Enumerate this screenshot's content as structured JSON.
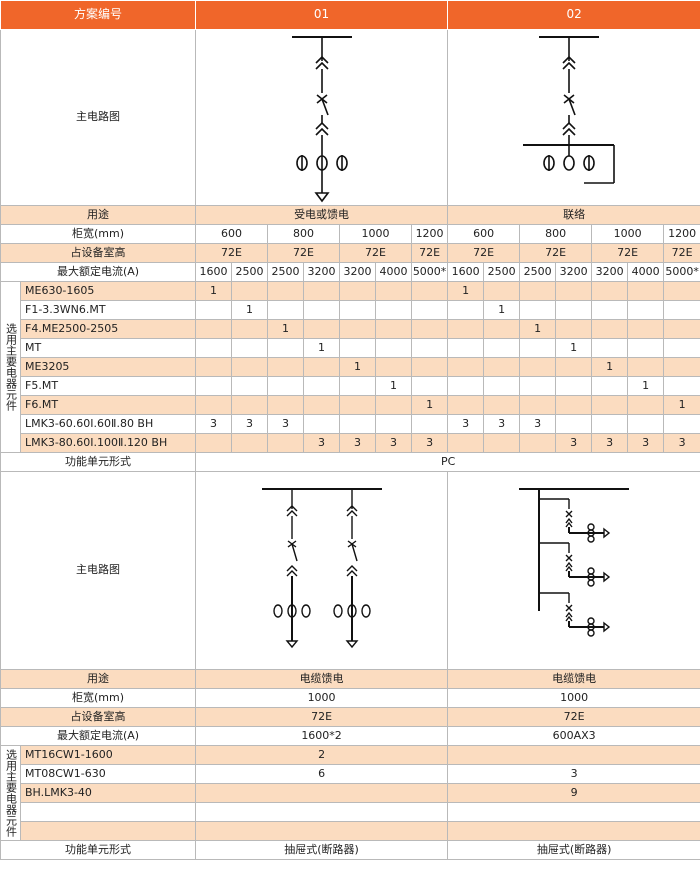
{
  "header": {
    "col1": "方案编号",
    "col2": "01",
    "col3": "02"
  },
  "top": {
    "diagram_label": "主电路图",
    "usage_label": "用途",
    "usage": [
      "受电或馈电",
      "联络"
    ],
    "width_label": "柜宽(mm)",
    "widths": [
      "600",
      "800",
      "1000",
      "1200",
      "600",
      "800",
      "1000",
      "1200"
    ],
    "height_label": "占设备室高",
    "heights": [
      "72E",
      "72E",
      "72E",
      "72E",
      "72E",
      "72E",
      "72E",
      "72E"
    ],
    "current_label": "最大额定电流(A)",
    "currents": [
      "1600",
      "2500",
      "2500",
      "3200",
      "3200",
      "4000",
      "5000*",
      "1600",
      "2500",
      "2500",
      "3200",
      "3200",
      "4000",
      "5000*"
    ],
    "side_label": "选用主要电器元件",
    "components": [
      {
        "name": "ME630-1605",
        "values": [
          "1",
          "",
          "",
          "",
          "",
          "",
          "",
          "1",
          "",
          "",
          "",
          "",
          "",
          ""
        ]
      },
      {
        "name": "F1-3.3WN6.MT",
        "values": [
          "",
          "1",
          "",
          "",
          "",
          "",
          "",
          "",
          "1",
          "",
          "",
          "",
          "",
          ""
        ]
      },
      {
        "name": "F4.ME2500-2505",
        "values": [
          "",
          "",
          "1",
          "",
          "",
          "",
          "",
          "",
          "",
          "1",
          "",
          "",
          "",
          ""
        ]
      },
      {
        "name": "MT",
        "values": [
          "",
          "",
          "",
          "1",
          "",
          "",
          "",
          "",
          "",
          "",
          "1",
          "",
          "",
          ""
        ]
      },
      {
        "name": "ME3205",
        "values": [
          "",
          "",
          "",
          "",
          "1",
          "",
          "",
          "",
          "",
          "",
          "",
          "1",
          "",
          ""
        ]
      },
      {
        "name": "F5.MT",
        "values": [
          "",
          "",
          "",
          "",
          "",
          "1",
          "",
          "",
          "",
          "",
          "",
          "",
          "1",
          ""
        ]
      },
      {
        "name": "F6.MT",
        "values": [
          "",
          "",
          "",
          "",
          "",
          "",
          "1",
          "",
          "",
          "",
          "",
          "",
          "",
          "1"
        ]
      },
      {
        "name": "LMK3-60.60Ⅰ.60Ⅱ.80 BH",
        "values": [
          "3",
          "3",
          "3",
          "",
          "",
          "",
          "",
          "3",
          "3",
          "3",
          "",
          "",
          "",
          ""
        ]
      },
      {
        "name": "LMK3-80.60Ⅰ.100Ⅱ.120 BH",
        "values": [
          "",
          "",
          "",
          "3",
          "3",
          "3",
          "3",
          "",
          "",
          "",
          "3",
          "3",
          "3",
          "3"
        ]
      }
    ],
    "function_label": "功能单元形式",
    "function_value": "PC"
  },
  "bottom": {
    "diagram_label": "主电路图",
    "usage_label": "用途",
    "usage": [
      "电缆馈电",
      "电缆馈电"
    ],
    "width_label": "柜宽(mm)",
    "widths": [
      "1000",
      "1000"
    ],
    "height_label": "占设备室高",
    "heights": [
      "72E",
      "72E"
    ],
    "current_label": "最大额定电流(A)",
    "currents": [
      "1600*2",
      "600AX3"
    ],
    "side_label": "选用主要电器元件",
    "components": [
      {
        "name": "MT16CW1-1600",
        "values": [
          "2",
          ""
        ]
      },
      {
        "name": "MT08CW1-630",
        "values": [
          "6",
          "3"
        ]
      },
      {
        "name": "BH.LMK3-40",
        "values": [
          "",
          "9"
        ]
      },
      {
        "name": "",
        "values": [
          "",
          ""
        ]
      },
      {
        "name": "",
        "values": [
          "",
          ""
        ]
      }
    ],
    "function_label": "功能单元形式",
    "function_values": [
      "抽屉式(断路器)",
      "抽屉式(断路器)"
    ]
  },
  "colors": {
    "header": "#f0662a",
    "band": "#fbdcc0",
    "grid": "#b9b9b9"
  }
}
